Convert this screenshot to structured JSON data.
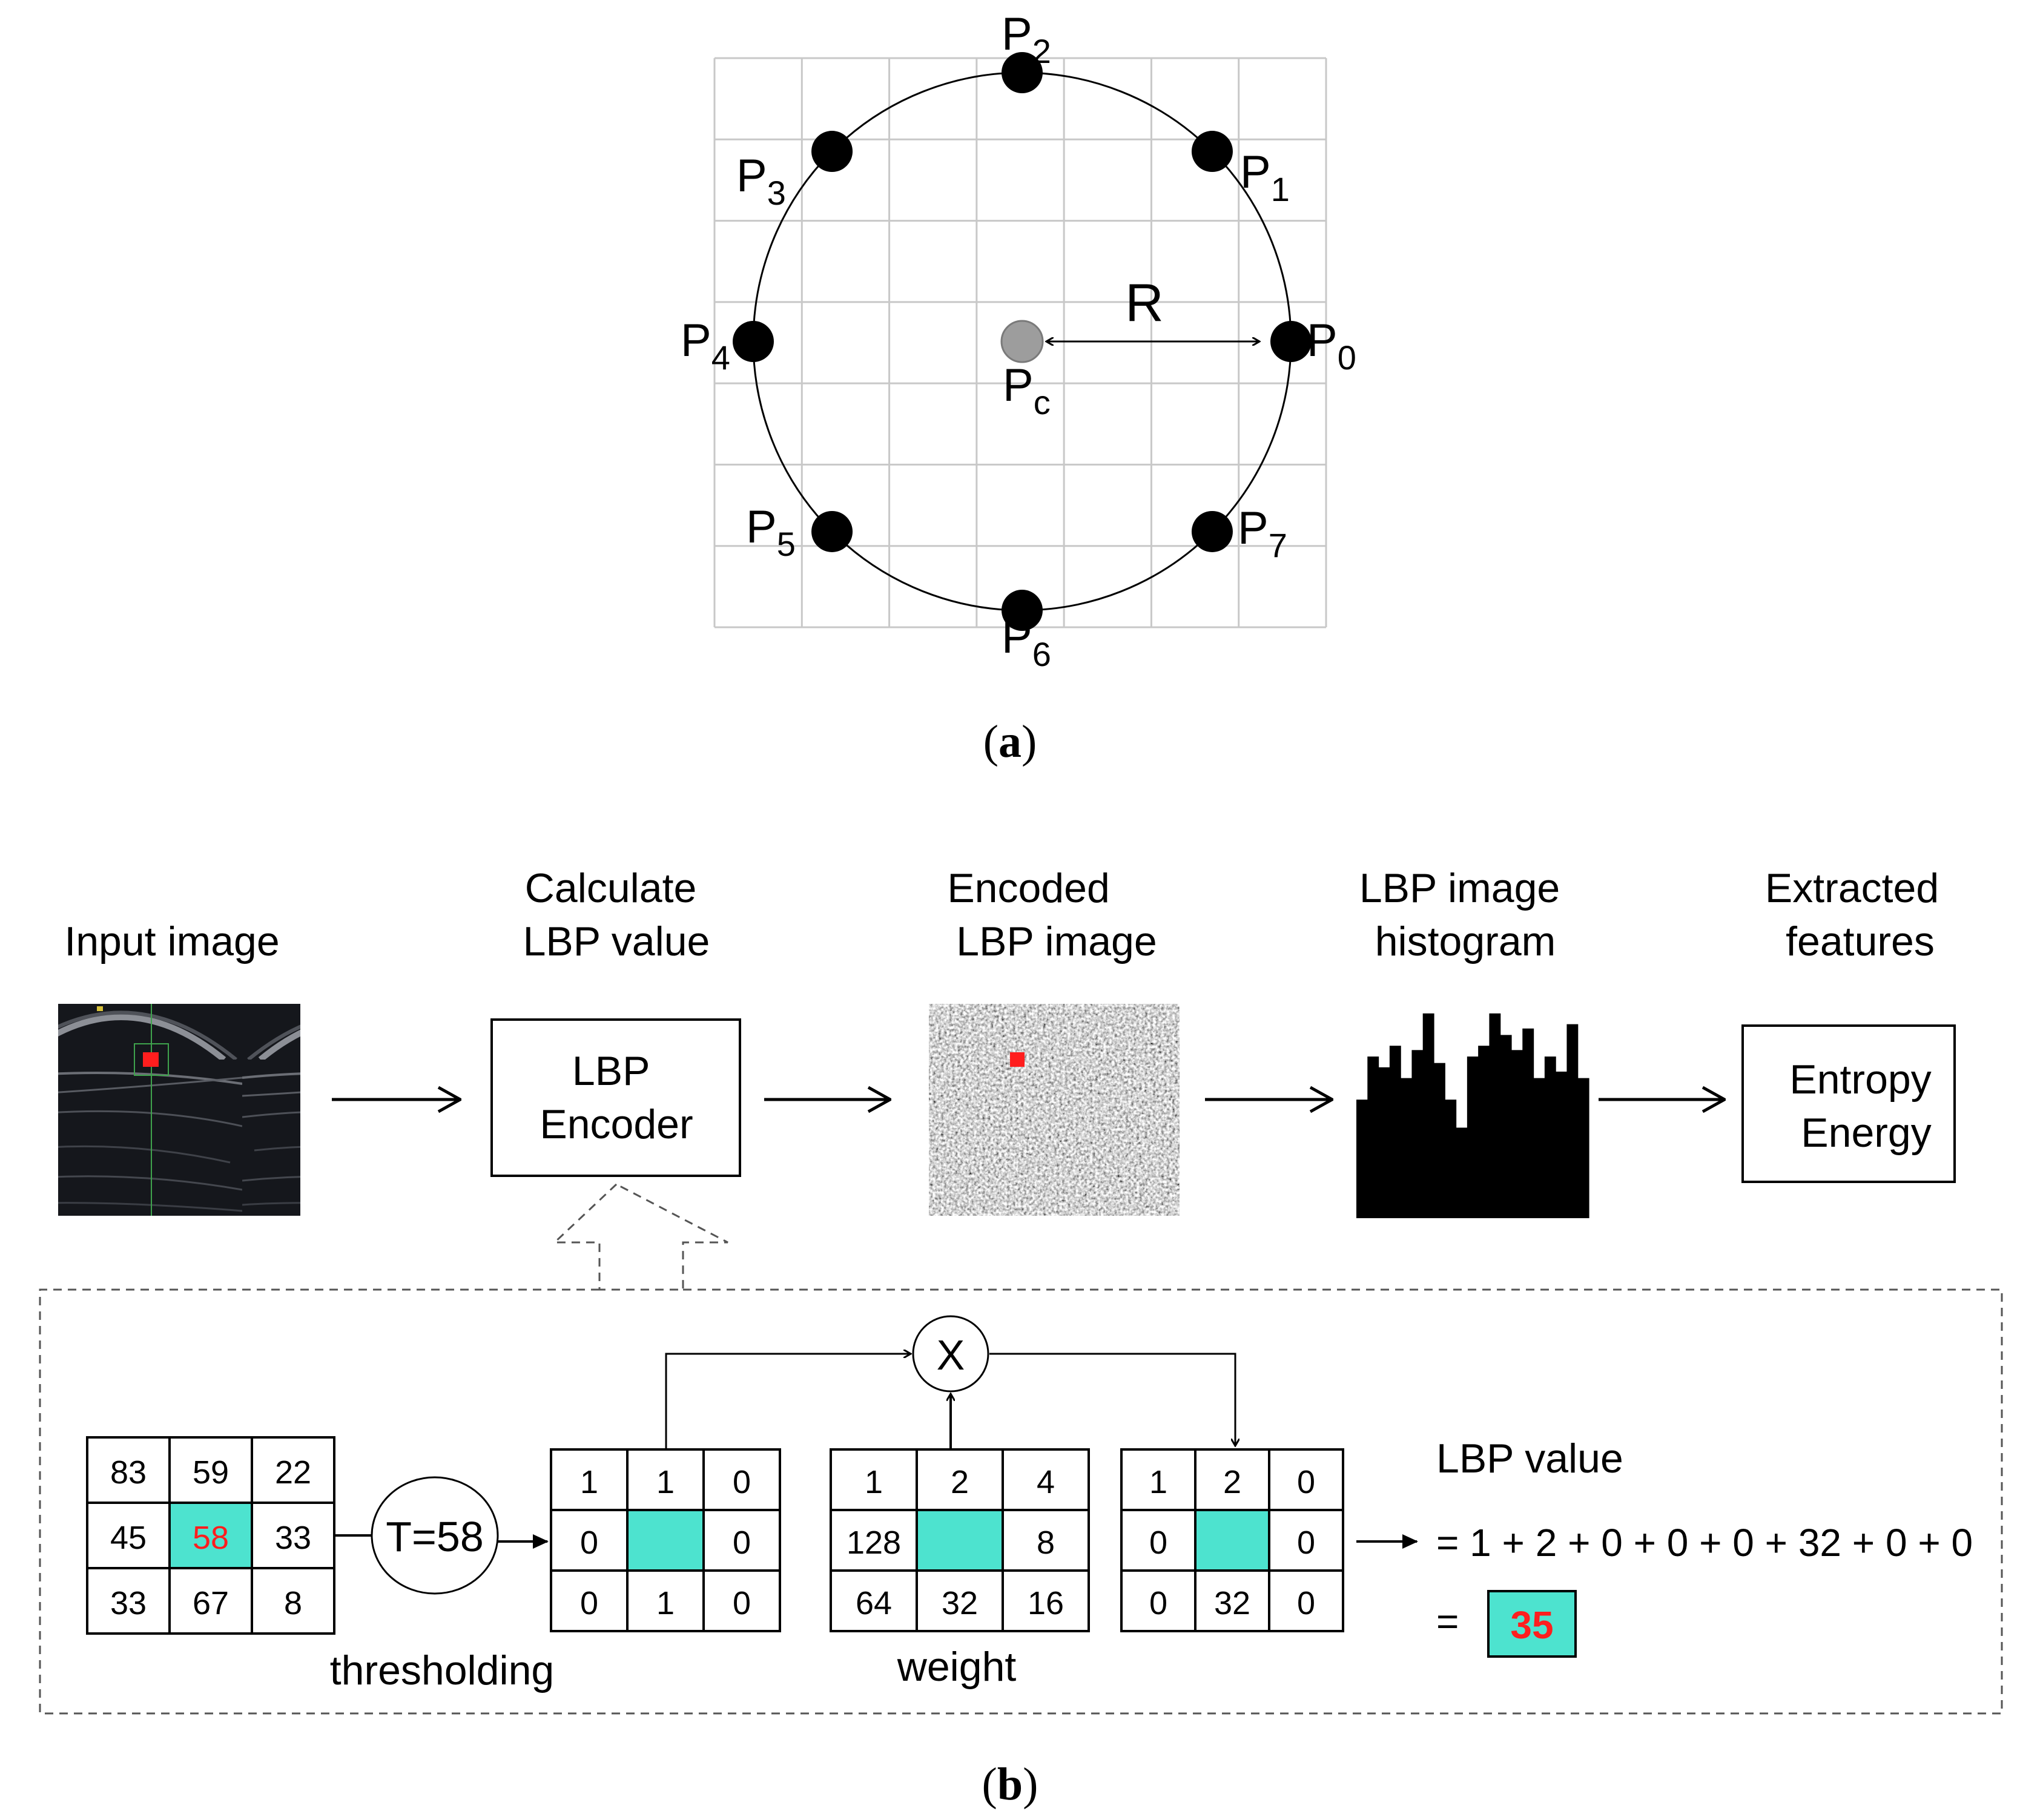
{
  "panel_a": {
    "caption_letter": "a",
    "points": [
      {
        "label": "P",
        "sub": "0"
      },
      {
        "label": "P",
        "sub": "1"
      },
      {
        "label": "P",
        "sub": "2"
      },
      {
        "label": "P",
        "sub": "3"
      },
      {
        "label": "P",
        "sub": "4"
      },
      {
        "label": "P",
        "sub": "5"
      },
      {
        "label": "P",
        "sub": "6"
      },
      {
        "label": "P",
        "sub": "7"
      }
    ],
    "center": {
      "label": "P",
      "sub": "c"
    },
    "radius_label": "R"
  },
  "panel_b": {
    "caption_letter": "b",
    "steps": [
      {
        "title_lines": [
          "Input image"
        ]
      },
      {
        "title_lines": [
          "Calculate",
          "LBP value"
        ],
        "box_lines": [
          "LBP",
          "Encoder"
        ]
      },
      {
        "title_lines": [
          "Encoded",
          "LBP image"
        ]
      },
      {
        "title_lines": [
          "LBP image",
          "histogram"
        ]
      },
      {
        "title_lines": [
          "Extracted",
          "features"
        ],
        "box_lines": [
          "Entropy",
          "Energy"
        ]
      }
    ],
    "histogram": [
      0.55,
      0.75,
      0.7,
      0.8,
      0.65,
      0.78,
      0.95,
      0.72,
      0.55,
      0.42,
      0.75,
      0.8,
      0.95,
      0.85,
      0.78,
      0.88,
      0.65,
      0.75,
      0.68,
      0.9,
      0.65
    ],
    "detail": {
      "input_grid": [
        [
          "83",
          "59",
          "22"
        ],
        [
          "45",
          "58",
          "33"
        ],
        [
          "33",
          "67",
          "8"
        ]
      ],
      "threshold_label": "T=58",
      "thresholding_caption": "thresholding",
      "binary_grid": [
        [
          "1",
          "1",
          "0"
        ],
        [
          "0",
          "",
          "0"
        ],
        [
          "0",
          "1",
          "0"
        ]
      ],
      "multiply_symbol": "X",
      "weight_grid": [
        [
          "1",
          "2",
          "4"
        ],
        [
          "128",
          "",
          "8"
        ],
        [
          "64",
          "32",
          "16"
        ]
      ],
      "weight_caption": "weight",
      "product_grid": [
        [
          "1",
          "2",
          "0"
        ],
        [
          "0",
          "",
          "0"
        ],
        [
          "0",
          "32",
          "0"
        ]
      ],
      "lbp_value_title": "LBP value",
      "equation": "= 1 + 2 + 0 + 0 + 0 + 32 + 0 + 0",
      "equals": "=",
      "result": "35"
    },
    "colors": {
      "highlight": "#4DE3CF",
      "accent_red": "#FF1E1E"
    }
  }
}
